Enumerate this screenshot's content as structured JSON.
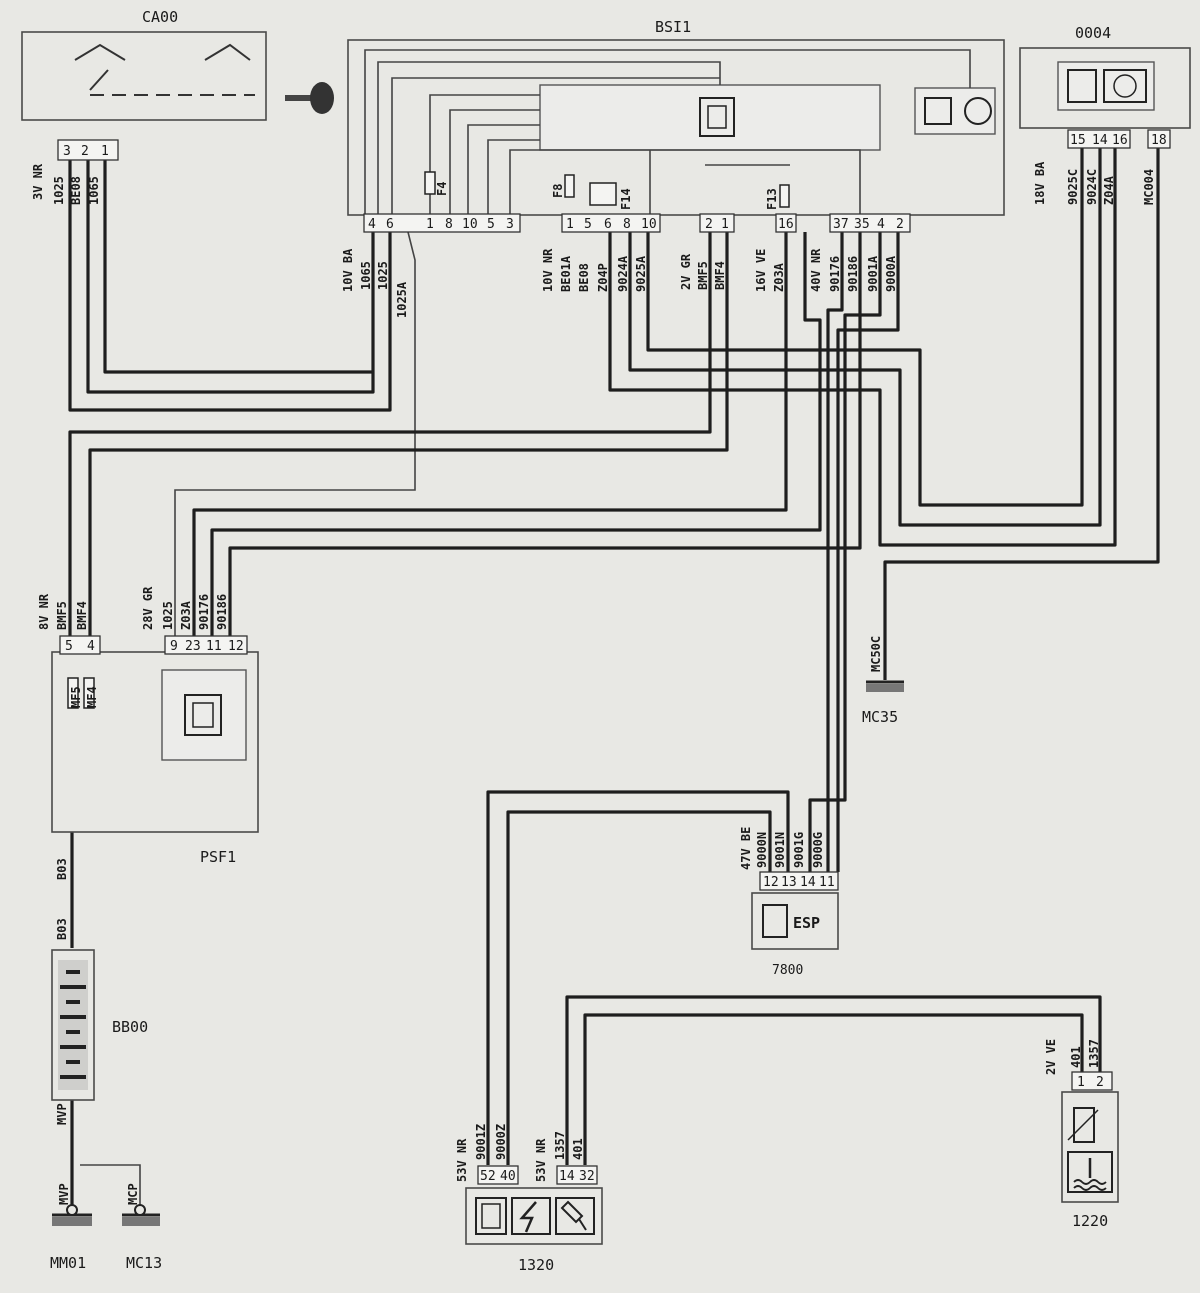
{
  "components": {
    "ca00": {
      "label": "CA00",
      "conn": "3V NR",
      "pins": [
        "3",
        "2",
        "1"
      ],
      "wires": [
        "1025",
        "BE08",
        "1065"
      ]
    },
    "bsi1": {
      "label": "BSI1",
      "fuses": [
        "F4",
        "F8",
        "F14",
        "F13"
      ],
      "pins_group_a": [
        "4",
        "6",
        "",
        "1",
        "8",
        "10",
        "5",
        "3"
      ],
      "conn_a": "10V BA",
      "wires_a": [
        "1065",
        "1025",
        "1025A"
      ],
      "pins_group_b": [
        "1",
        "5",
        "6",
        "8",
        "10",
        "2",
        "1",
        "16",
        "37",
        "35",
        "4",
        "2"
      ],
      "conn_b1": "10V NR",
      "wires_b1": [
        "BE01A",
        "BE08",
        "Z04P",
        "9024A",
        "9025A"
      ],
      "conn_b2": "2V GR",
      "wires_b2": [
        "BMF5",
        "BMF4"
      ],
      "conn_b3": "16V VE",
      "wires_b3": [
        "Z03A"
      ],
      "conn_b4": "40V NR",
      "wires_b4": [
        "90176",
        "90186",
        "9001A",
        "9000A"
      ]
    },
    "c0004": {
      "label": "0004",
      "conn": "18V BA",
      "pins": [
        "15",
        "14",
        "16",
        "18"
      ],
      "wires": [
        "9025C",
        "9024C",
        "Z04A",
        "MC004"
      ]
    },
    "psf1": {
      "label": "PSF1",
      "fuses": [
        "MF5",
        "MF4"
      ],
      "conn_a": "8V NR",
      "pins_a": [
        "5",
        "4"
      ],
      "wires_a": [
        "BMF5",
        "BMF4"
      ],
      "conn_b": "28V GR",
      "pins_b": [
        "9",
        "23",
        "11",
        "12"
      ],
      "wires_b": [
        "1025",
        "Z03A",
        "90176",
        "90186"
      ],
      "wire_out": "B03"
    },
    "bb00": {
      "label": "BB00",
      "wire_top": "B03",
      "wire_bottom": "MVP"
    },
    "mc35": {
      "label": "MC35",
      "wire": "MC50C"
    },
    "c7800": {
      "label": "7800",
      "conn": "47V BE",
      "pins": [
        "12",
        "13",
        "14",
        "11"
      ],
      "wires": [
        "9000N",
        "9001N",
        "9001G",
        "9000G"
      ],
      "badge": "ESP"
    },
    "c1320": {
      "label": "1320",
      "conn_a": "53V NR",
      "pins_a": [
        "52",
        "40"
      ],
      "wires_a": [
        "9001Z",
        "9000Z"
      ],
      "conn_b": "53V NR",
      "pins_b": [
        "14",
        "32"
      ],
      "wires_b": [
        "1357",
        "401"
      ]
    },
    "c1220": {
      "label": "1220",
      "conn": "2V VE",
      "pins": [
        "1",
        "2"
      ],
      "wires": [
        "401",
        "1357"
      ]
    },
    "mm01": {
      "label": "MM01",
      "wire": "MVP"
    },
    "mc13": {
      "label": "MC13",
      "wire": "MCP"
    }
  }
}
